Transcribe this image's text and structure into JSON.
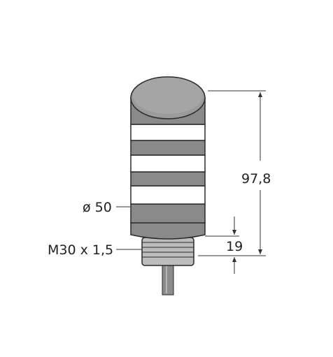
{
  "dimensions": {
    "diameter_label": "ø 50",
    "thread_label": "M30 x 1,5",
    "height_label": "97,8",
    "thread_length_label": "19"
  },
  "colors": {
    "cap": "#9a9a9a",
    "dark_ring": "#8a8a8a",
    "light_ring": "#ffffff",
    "outline": "#2a2a2a",
    "thread": "#bdbdbd",
    "cable": "#8c8c8c",
    "dimension_line": "#333333"
  }
}
